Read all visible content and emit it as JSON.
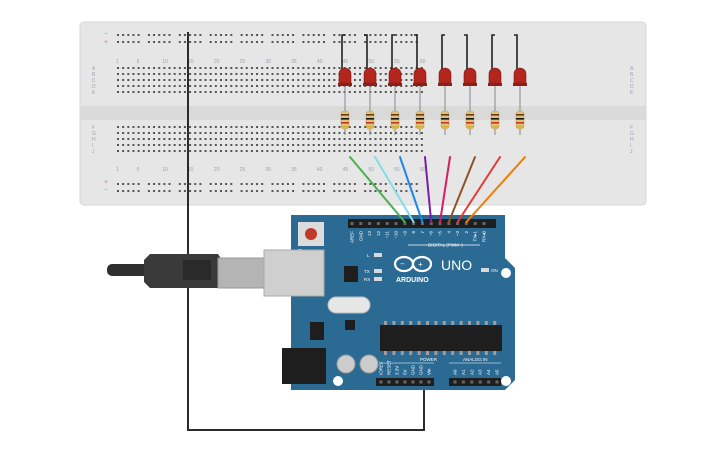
{
  "breadboard": {
    "column_numbers": [
      "1",
      "5",
      "10",
      "15",
      "20",
      "25",
      "30",
      "35",
      "40",
      "45",
      "50",
      "55",
      "60"
    ],
    "row_letters_top": [
      "A",
      "B",
      "C",
      "D",
      "E"
    ],
    "row_letters_bottom": [
      "F",
      "G",
      "H",
      "I",
      "J"
    ],
    "rail_plus": "+",
    "rail_minus": "−"
  },
  "leds": {
    "count": 8,
    "color": "#b3261e"
  },
  "resistors": {
    "count": 8
  },
  "wires": {
    "colors": [
      "#4caf50",
      "#80deea",
      "#1e88e5",
      "#7b1fa2",
      "#d81b60",
      "#8d5524",
      "#e53935",
      "#ef7d00"
    ]
  },
  "arduino": {
    "brand": "ARDUINO",
    "model": "UNO",
    "digital_label": "DIGITAL (PWM~)",
    "analog_label": "ANALOG IN",
    "power_label": "POWER",
    "on_label": "ON",
    "led_labels": [
      "L",
      "TX",
      "RX"
    ],
    "digital_pins": [
      "AREF",
      "GND",
      "13",
      "12",
      "~11",
      "~10",
      "~9",
      "8",
      "7",
      "~6",
      "~5",
      "4",
      "~3",
      "2",
      "TX▸1",
      "RX◂0"
    ],
    "power_pins": [
      "IOREF",
      "RESET",
      "3.3V",
      "5V",
      "GND",
      "GND",
      "Vin"
    ],
    "analog_pins": [
      "A0",
      "A1",
      "A2",
      "A3",
      "A4",
      "A5"
    ],
    "board_color": "#2a6a93"
  }
}
